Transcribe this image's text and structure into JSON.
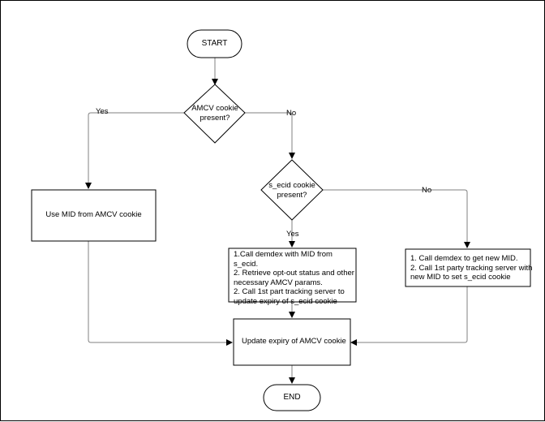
{
  "colors": {
    "stroke": "#000000",
    "connector": "#808080",
    "fill": "#ffffff",
    "text": "#000000"
  },
  "flowchart": {
    "start": "START",
    "end": "END",
    "decision_amcv": [
      "AMCV cookie",
      "present?"
    ],
    "decision_secid": [
      "s_ecid cookie",
      "present?"
    ],
    "use_mid": "Use MID from AMCV cookie",
    "call_demdex_existing": [
      "1.Call demdex with MID from",
      "s_ecid.",
      "2. Retrieve opt-out status and other",
      "necessary AMCV params.",
      "2. Call 1st part tracking server to",
      "update expiry of s_ecid cookie"
    ],
    "call_demdex_new": [
      "1. Call demdex to get new MID.",
      "2. Call 1st party tracking server with",
      "new MID to set s_ecid cookie"
    ],
    "update_expiry": "Update expiry of AMCV cookie",
    "edge_labels": {
      "amcv_yes": "Yes",
      "amcv_no": "No",
      "secid_yes": "Yes",
      "secid_no": "No"
    }
  }
}
